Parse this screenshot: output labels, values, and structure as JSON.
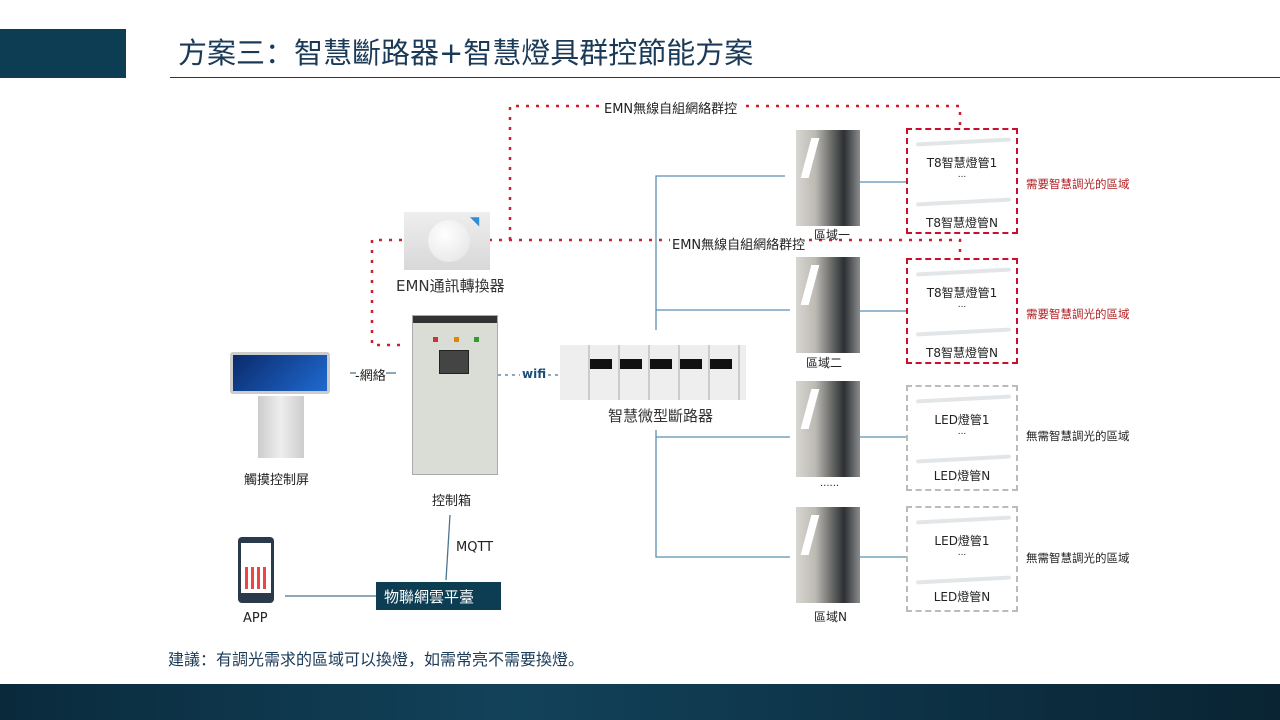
{
  "title": "方案三：智慧斷路器+智慧燈具群控節能方案",
  "labels": {
    "emn_top": "EMN無線自組網絡群控",
    "emn_mid": "EMN無線自組網絡群控",
    "emn_converter": "EMN通訊轉換器",
    "network": "-網絡",
    "wifi": "wifi",
    "touch_screen": "觸摸控制屏",
    "control_box": "控制箱",
    "breaker": "智慧微型斷路器",
    "mqtt": "MQTT",
    "app": "APP",
    "cloud": "物聯網雲平臺"
  },
  "zones": [
    {
      "name": "區域一",
      "lamp1": "T8智慧燈管1",
      "dots": "...",
      "lampN": "T8智慧燈管N",
      "note": "需要智慧調光的區域",
      "dimmable": true
    },
    {
      "name": "區域二",
      "lamp1": "T8智慧燈管1",
      "dots": "...",
      "lampN": "T8智慧燈管N",
      "note": "需要智慧調光的區域",
      "dimmable": true
    },
    {
      "name": "......",
      "lamp1": "LED燈管1",
      "dots": "...",
      "lampN": "LED燈管N",
      "note": "無需智慧調光的區域",
      "dimmable": false
    },
    {
      "name": "區域N",
      "lamp1": "LED燈管1",
      "dots": "...",
      "lampN": "LED燈管N",
      "note": "無需智慧調光的區域",
      "dimmable": false
    }
  ],
  "suggestion": "建議：有調光需求的區域可以換燈，如需常亮不需要換燈。",
  "colors": {
    "accent": "#0c3d52",
    "red": "#c8102e",
    "line": "#5a8fb0"
  }
}
